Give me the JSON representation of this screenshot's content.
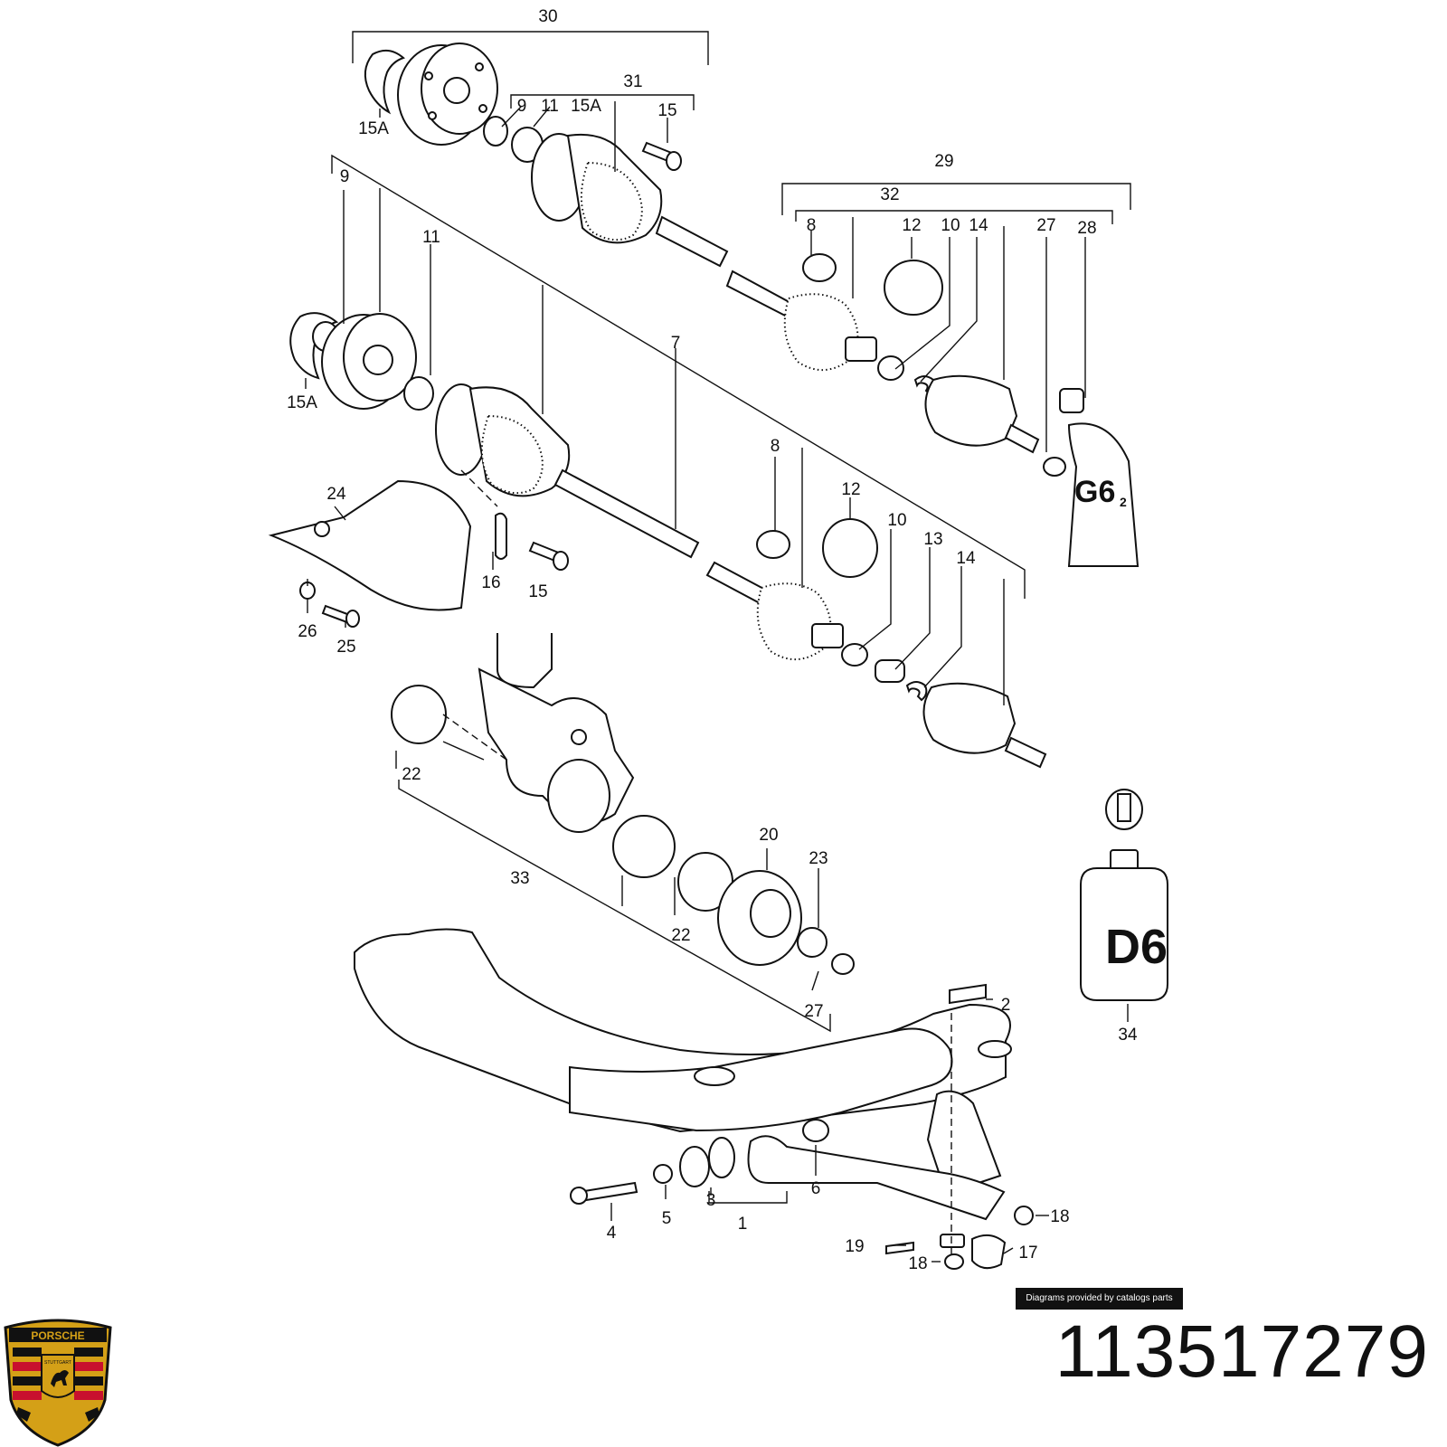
{
  "diagram": {
    "labels": {
      "l30": "30",
      "l31": "31",
      "l29": "29",
      "l32": "32",
      "l15A_a": "15A",
      "l15A_b": "15A",
      "l15A_c": "15A",
      "l9_a": "9",
      "l9_b": "9",
      "l11_a": "11",
      "l11_b": "11",
      "l15_a": "15",
      "l15_b": "15",
      "l8_a": "8",
      "l8_b": "8",
      "l12_a": "12",
      "l12_b": "12",
      "l10_a": "10",
      "l10_b": "10",
      "l14_a": "14",
      "l14_b": "14",
      "l13": "13",
      "l27_a": "27",
      "l27_b": "27",
      "l28": "28",
      "l7": "7",
      "l24": "24",
      "l16": "16",
      "l26": "26",
      "l25": "25",
      "l22_a": "22",
      "l22_b": "22",
      "l33": "33",
      "l20": "20",
      "l23": "23",
      "l2": "2",
      "l34": "34",
      "l6": "6",
      "l4": "4",
      "l5": "5",
      "l3": "3",
      "l1": "1",
      "l18_a": "18",
      "l18_b": "18",
      "l19": "19",
      "l17": "17"
    },
    "tube_g6": "G6",
    "tube_g6_sub": "2",
    "bottle_d6": "D6"
  },
  "credit_text": "Diagrams provided by catalogs parts",
  "part_number": "113517279",
  "logo": {
    "top_text": "PORSCHE",
    "city_text": "STUTTGART"
  },
  "colors": {
    "logo_gold": "#d4a017",
    "logo_red": "#c8102e",
    "logo_black": "#111111"
  }
}
